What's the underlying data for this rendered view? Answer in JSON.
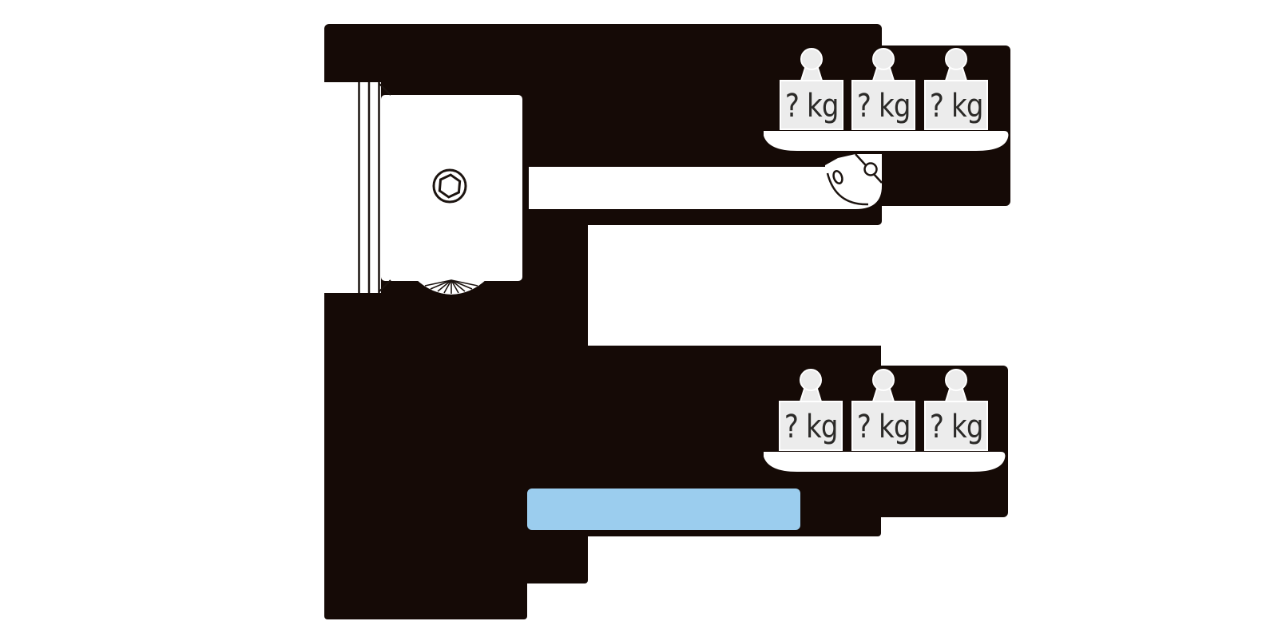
{
  "scene": {
    "description": "Mechanics diagram: socket bolt with torque wrench, two trays of unknown weights, blue answer bar; large areas blacked out",
    "colors": {
      "background": "#ffffff",
      "mask": "#150a06",
      "outline": "#1c1410",
      "weight_fill": "#ececec",
      "weight_text": "#2b2a28",
      "highlight_bar": "#9bcdee"
    }
  },
  "top_tray": {
    "weights": [
      {
        "label": "? kg"
      },
      {
        "label": "? kg"
      },
      {
        "label": "? kg"
      }
    ]
  },
  "bottom_tray": {
    "weights": [
      {
        "label": "? kg"
      },
      {
        "label": "? kg"
      },
      {
        "label": "? kg"
      }
    ]
  }
}
